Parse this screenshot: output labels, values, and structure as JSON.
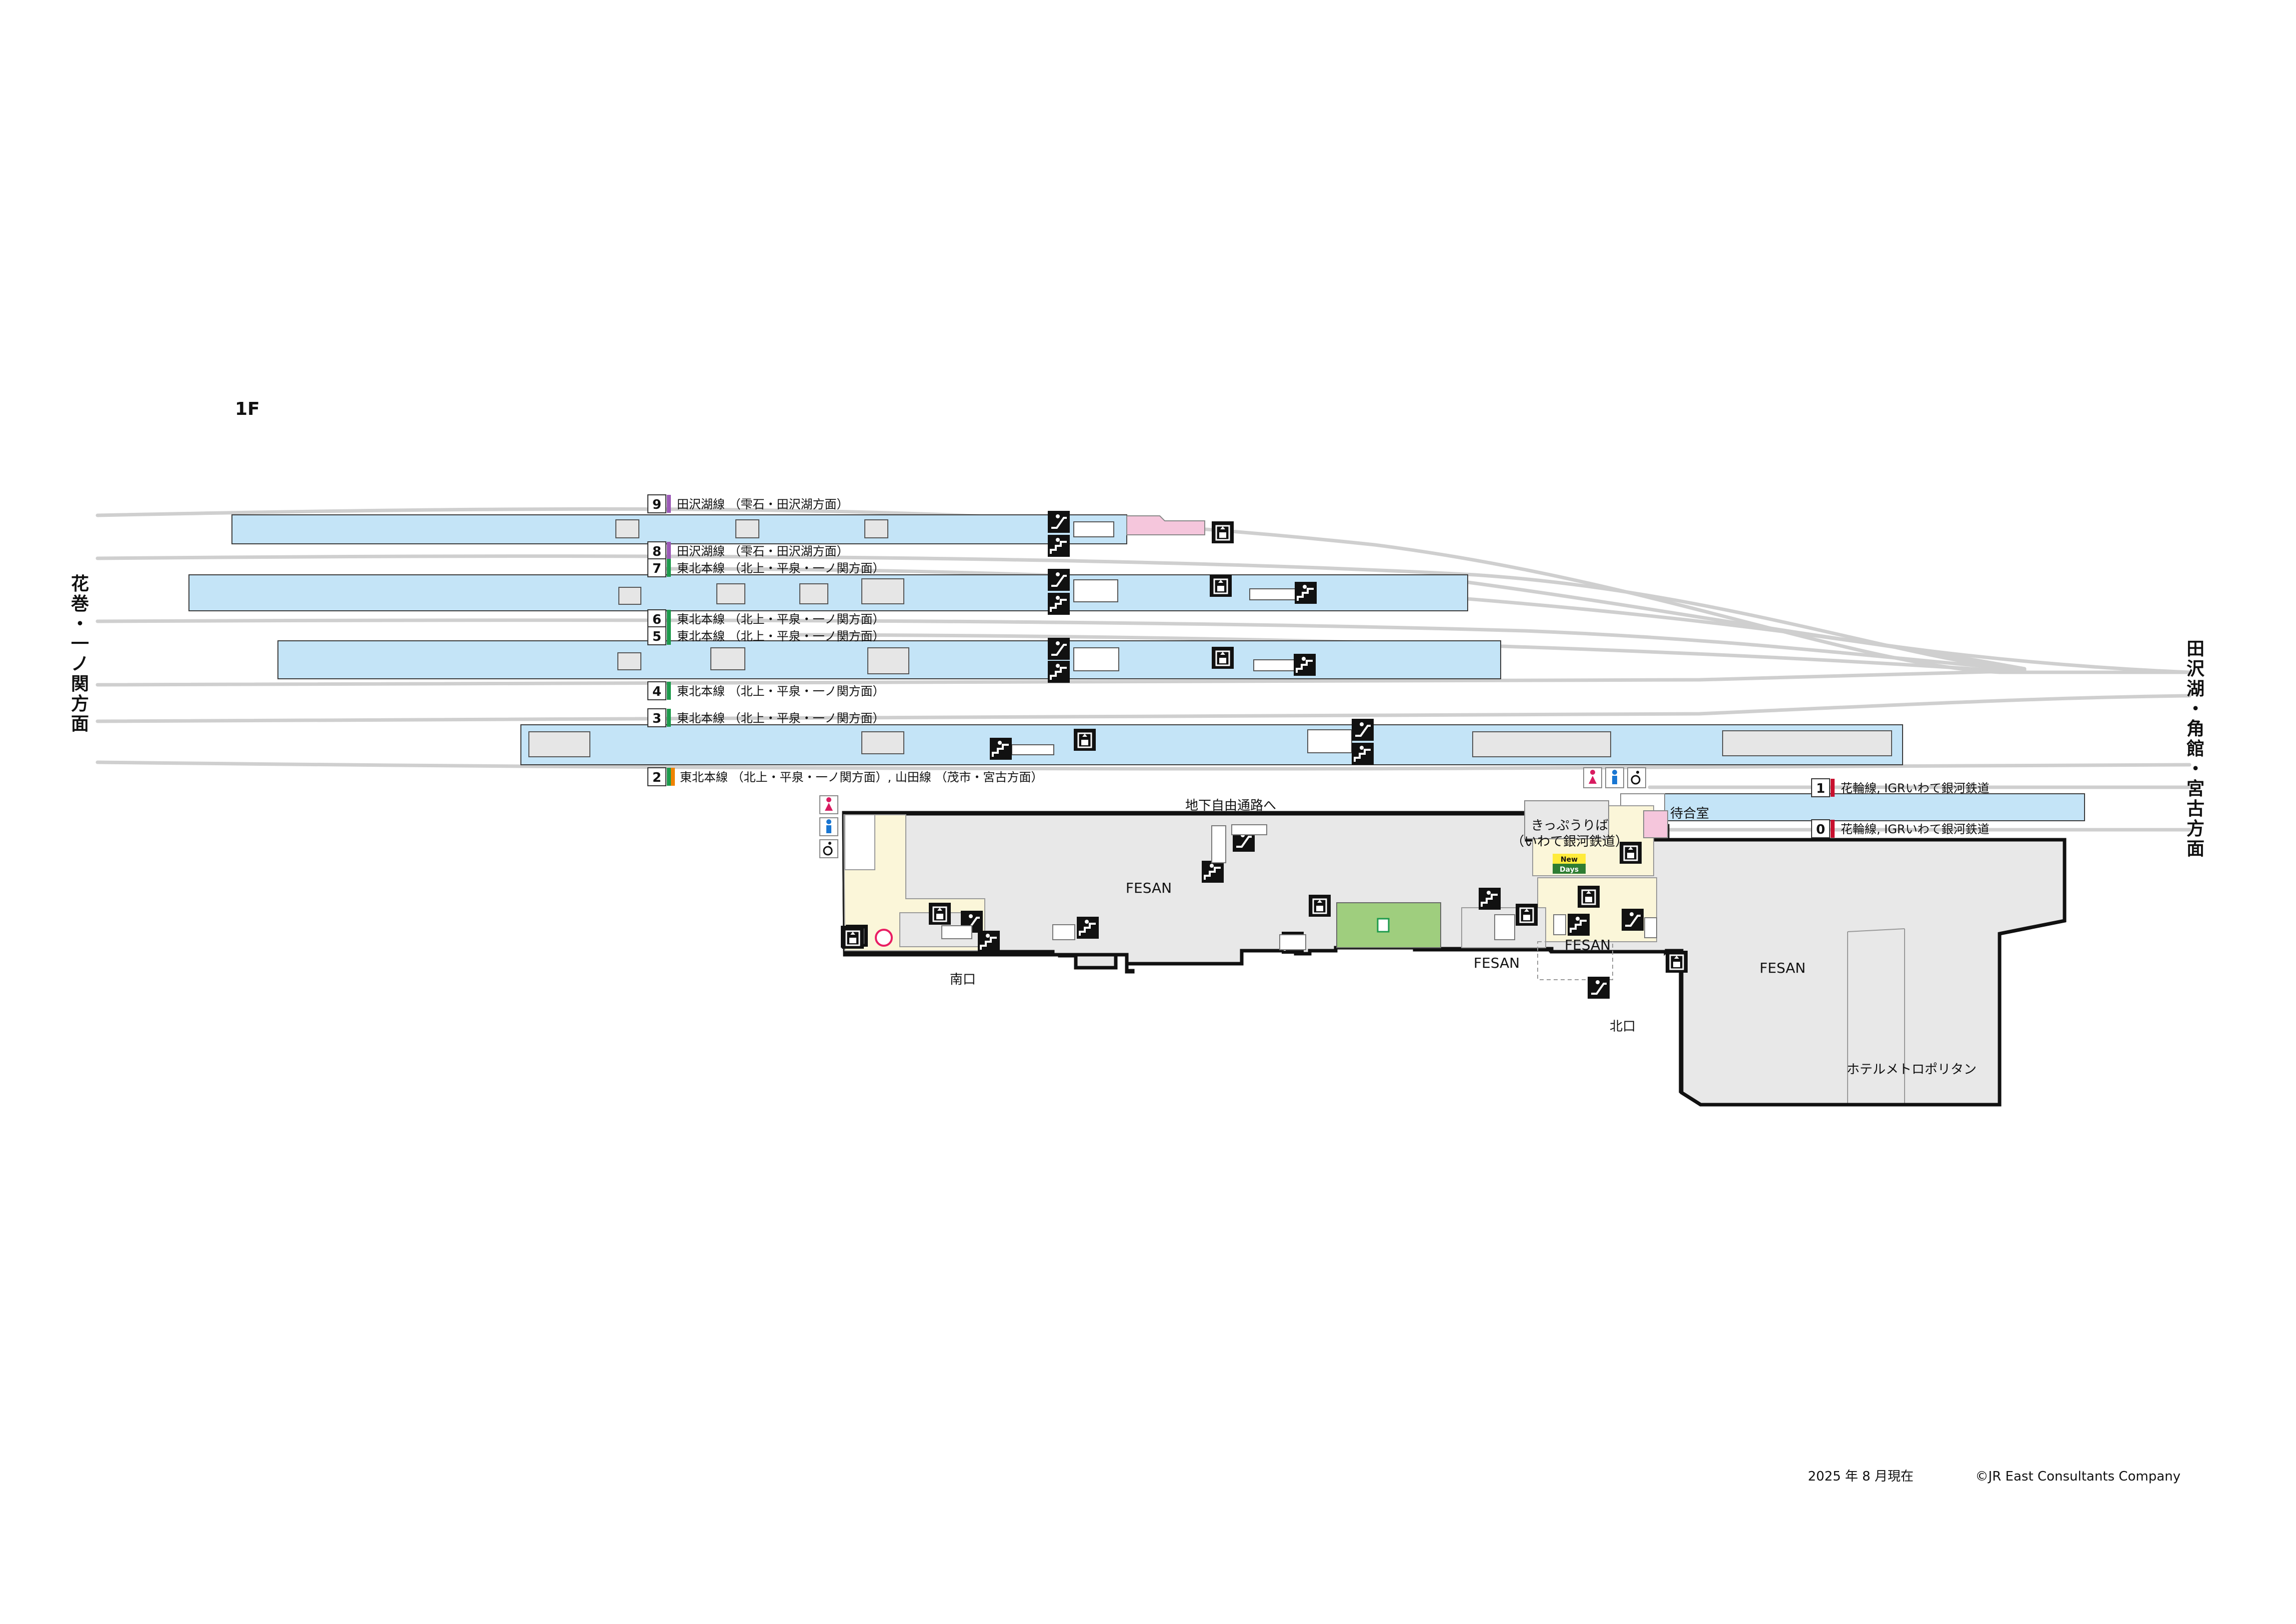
{
  "floor_label": "1F",
  "direction_left": [
    "花",
    "巻",
    "・",
    "一",
    "ノ",
    "関",
    "方",
    "面"
  ],
  "direction_right": [
    "田",
    "沢",
    "湖",
    "・",
    "角",
    "館",
    "・",
    "宮",
    "古",
    "方",
    "面"
  ],
  "tracks": [
    {
      "num": "9",
      "name": "田沢湖線",
      "dest": "（雫石・田沢湖方面）",
      "color": "#9b59b6"
    },
    {
      "num": "8",
      "name": "田沢湖線",
      "dest": "（雫石・田沢湖方面）",
      "color": "#9b59b6"
    },
    {
      "num": "7",
      "name": "東北本線",
      "dest": "（北上・平泉・一ノ関方面）",
      "color": "#1e9a4c"
    },
    {
      "num": "6",
      "name": "東北本線",
      "dest": "（北上・平泉・一ノ関方面）",
      "color": "#1e9a4c"
    },
    {
      "num": "5",
      "name": "東北本線",
      "dest": "（北上・平泉・一ノ関方面）",
      "color": "#1e9a4c"
    },
    {
      "num": "4",
      "name": "東北本線",
      "dest": "（北上・平泉・一ノ関方面）",
      "color": "#1e9a4c"
    },
    {
      "num": "3",
      "name": "東北本線",
      "dest": "（北上・平泉・一ノ関方面）",
      "color": "#1e9a4c"
    },
    {
      "num": "2",
      "name": "東北本線",
      "dest": "（北上・平泉・一ノ関方面）, 山田線 （茂市・宮古方面）",
      "color": "#1e9a4c",
      "color2": "#f08300"
    },
    {
      "num": "1",
      "name": "花輪線, IGRいわて銀河鉄道",
      "dest": "",
      "color": "#c8102e"
    },
    {
      "num": "0",
      "name": "花輪線, IGRいわて銀河鉄道",
      "dest": "",
      "color": "#c8102e"
    }
  ],
  "areas": {
    "underground_passage": "地下自由通路へ",
    "fesan_main": "FESAN",
    "fesan_mid": "FESAN",
    "fesan_north": "FESAN",
    "fesan_east": "FESAN",
    "ticket_office_line1": "きっぷうりば",
    "ticket_office_line2": "（いわて銀河鉄道）",
    "waiting_room": "待合室",
    "hotel": "ホテルメトロポリタン",
    "south_exit": "南口",
    "north_exit": "北口",
    "newdays_line1": "New",
    "newdays_line2": "Days"
  },
  "icons": {
    "toilet_female": "female-toilet-icon",
    "toilet_male": "male-toilet-icon",
    "accessible": "wheelchair-icon",
    "elevator": "elevator-icon",
    "escalator": "escalator-icon",
    "stairs": "stairs-icon"
  },
  "colors": {
    "platform": "#c4e4f7",
    "rail": "#cfcfcf",
    "building": "#e8e8e8",
    "concourse": "#fbf6d9",
    "green_area": "#9fce7e",
    "pink_path": "#f5c6dc"
  },
  "footer": {
    "date": "2025 年 8 月現在",
    "copyright": "©JR East Consultants Company"
  }
}
